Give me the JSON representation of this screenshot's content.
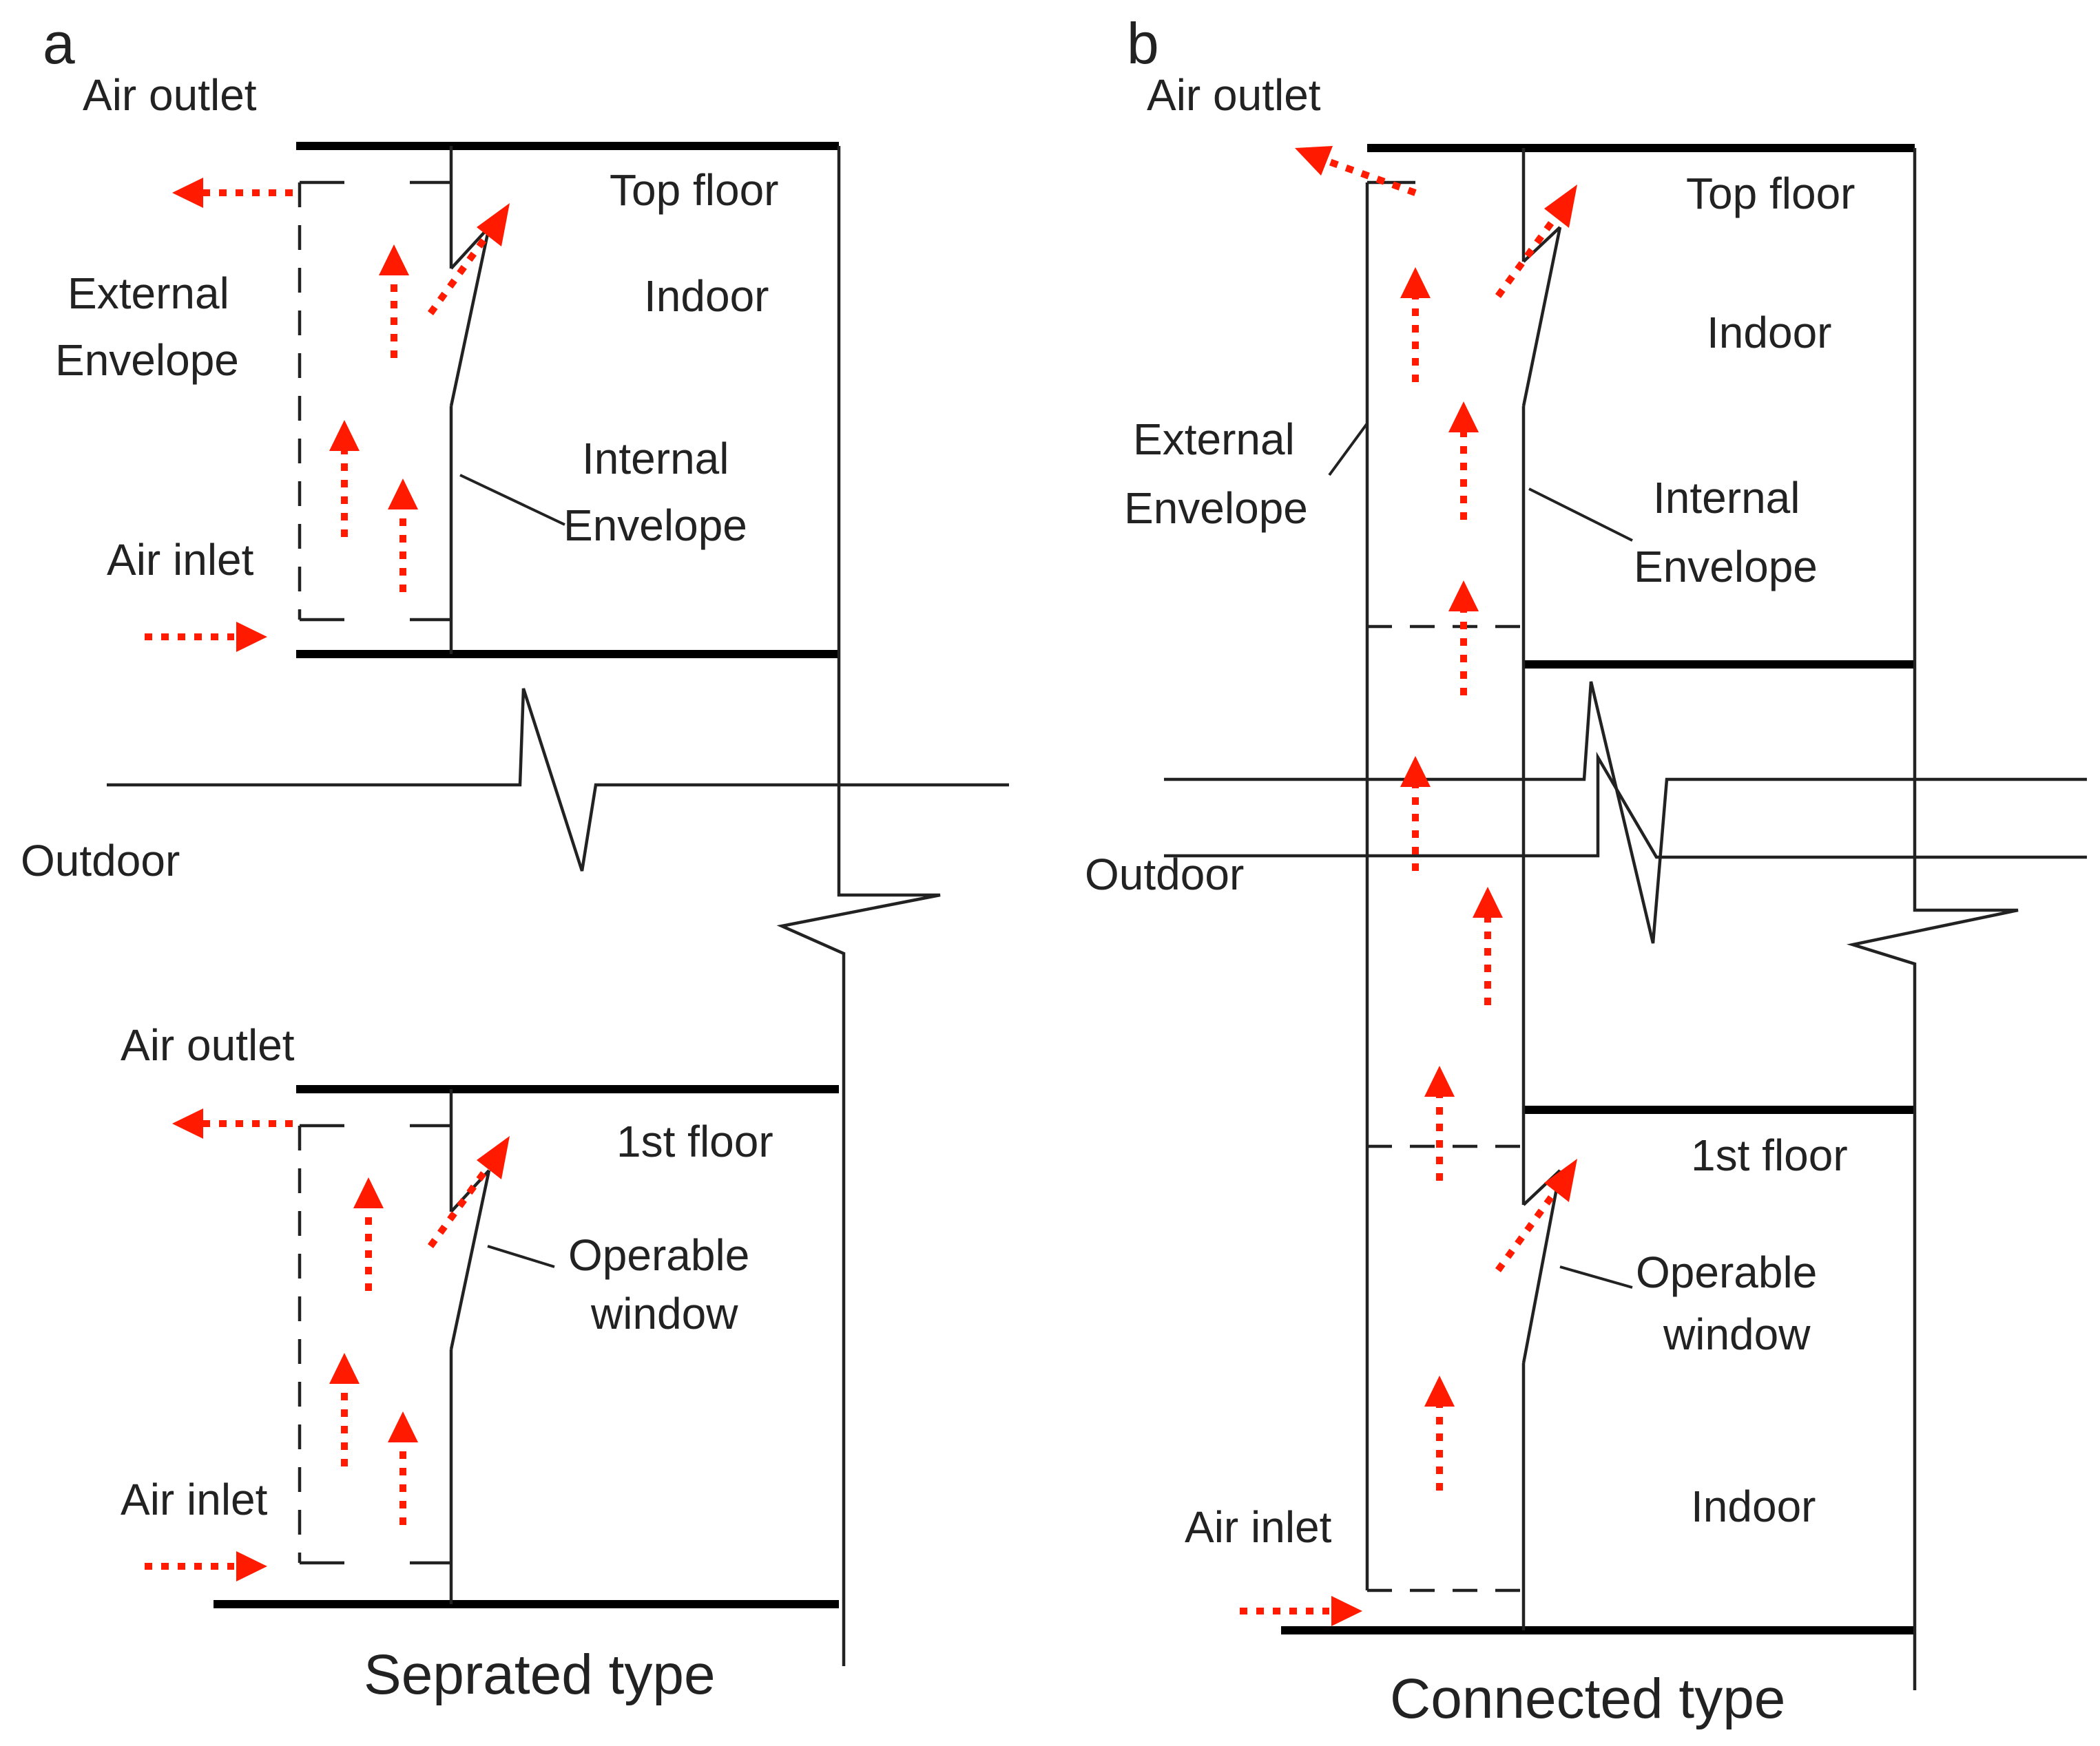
{
  "colors": {
    "airflow": "#ff1a00",
    "wall": "#000000",
    "text": "#222222"
  },
  "panel_a": {
    "letter": "a",
    "caption": "Seprated type",
    "outdoor": "Outdoor",
    "top": {
      "air_outlet": "Air outlet",
      "floor": "Top floor",
      "external_envelope_line1": "External",
      "external_envelope_line2": "Envelope",
      "indoor": "Indoor",
      "internal_envelope_line1": "Internal",
      "internal_envelope_line2": "Envelope",
      "air_inlet": "Air inlet"
    },
    "bottom": {
      "air_outlet": "Air outlet",
      "floor": "1st floor",
      "operable_window_line1": "Operable",
      "operable_window_line2": "window",
      "air_inlet": "Air inlet"
    }
  },
  "panel_b": {
    "letter": "b",
    "caption": "Connected type",
    "outdoor": "Outdoor",
    "top": {
      "air_outlet": "Air outlet",
      "floor": "Top floor",
      "indoor": "Indoor",
      "external_envelope_line1": "External",
      "external_envelope_line2": "Envelope",
      "internal_envelope_line1": "Internal",
      "internal_envelope_line2": "Envelope"
    },
    "bottom": {
      "floor": "1st floor",
      "operable_window_line1": "Operable",
      "operable_window_line2": "window",
      "indoor": "Indoor",
      "air_inlet": "Air inlet"
    }
  }
}
